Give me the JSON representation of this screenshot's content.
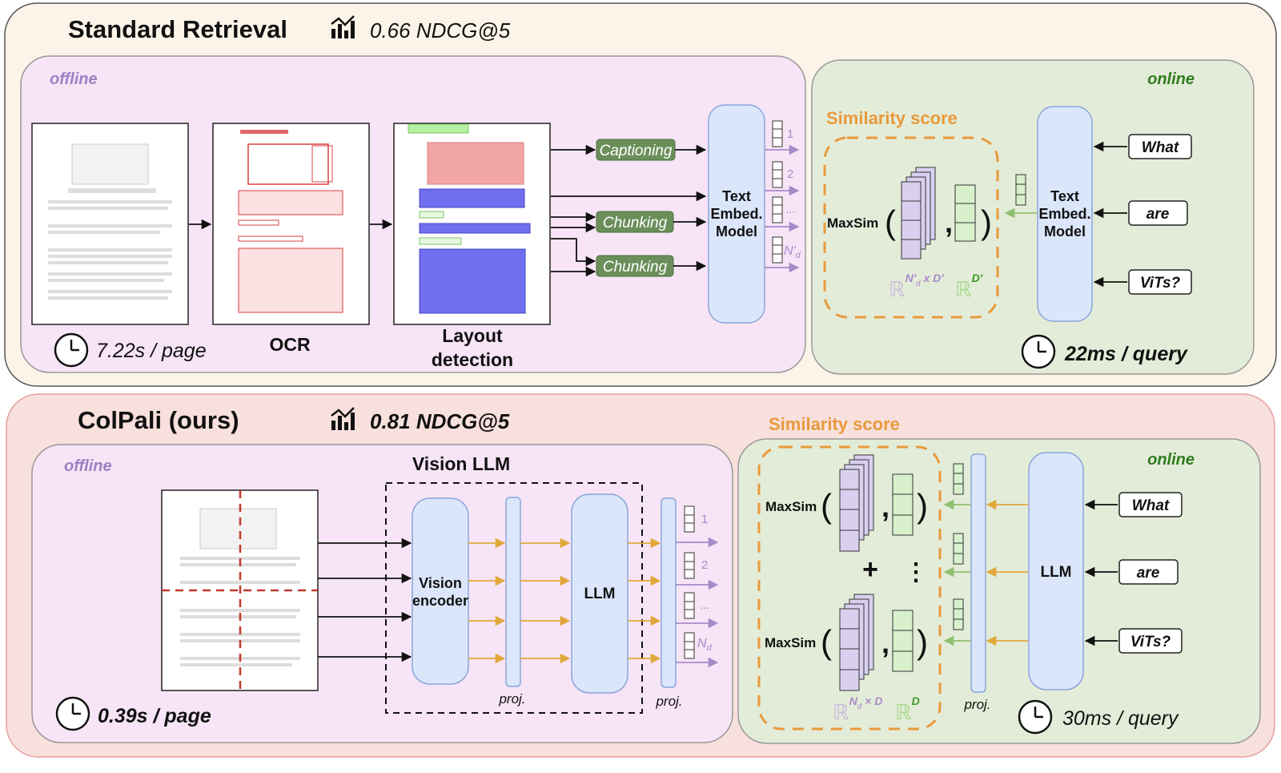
{
  "top": {
    "title": "Standard Retrieval",
    "metric": "0.66 NDCG@5",
    "offline_label": "offline",
    "online_label": "online",
    "ocr_label": "OCR",
    "layout_label_1": "Layout",
    "layout_label_2": "detection",
    "captioning_label": "Captioning",
    "chunking_label": "Chunking",
    "chunking_label_2": "Chunking",
    "embed_l1": "Text",
    "embed_l2": "Embed.",
    "embed_l3": "Model",
    "out_1": "1",
    "out_2": "2",
    "out_3": "...",
    "out_n_main": "N'",
    "out_n_sub": "d",
    "time_offline": "7.22s / page",
    "sim_title": "Similarity score",
    "maxsim": "MaxSim",
    "dim_doc_sup": "N'",
    "dim_doc_sub": "d",
    "dim_doc_tail": " x D'",
    "dim_query_sup": "D'",
    "real": "ℝ",
    "query_words": [
      "What",
      "are",
      "ViTs?"
    ],
    "time_online": "22ms / query"
  },
  "bottom": {
    "title": "ColPali (ours)",
    "metric": "0.81 NDCG@5",
    "offline_label": "offline",
    "online_label": "online",
    "vision_llm_label": "Vision LLM",
    "vision_encoder_l1": "Vision",
    "vision_encoder_l2": "encoder",
    "llm_label": "LLM",
    "proj_label": "proj.",
    "out_1": "1",
    "out_2": "2",
    "out_3": "...",
    "out_n_main": "N",
    "out_n_sub": "d",
    "time_offline": "0.39s / page",
    "sim_title": "Similarity score",
    "maxsim": "MaxSim",
    "plus": "+",
    "dots": "⋮",
    "dim_doc_sup": "N",
    "dim_doc_sub": "d",
    "dim_doc_tail": " × D",
    "dim_query_sup": "D",
    "real": "ℝ",
    "query_words": [
      "What",
      "are",
      "ViTs?"
    ],
    "time_online": "30ms / query"
  },
  "colors": {
    "top_panel_bg": "#fdf4e9",
    "bottom_panel_bg": "#f8e0dc",
    "offline_bg": "#f7e4f6",
    "online_bg": "#e3ecd8",
    "model_box": "#dbe6fb",
    "green_box": "#6b8f5b",
    "orange": "#e89a3c",
    "arrow_purple": "#a88ac9",
    "arrow_gold": "#e0a83a",
    "doc_vec": "#d9d0f0",
    "query_vec": "#d8f0cc",
    "offline_text": "#9b82c4",
    "online_text": "#2f7d1e"
  }
}
